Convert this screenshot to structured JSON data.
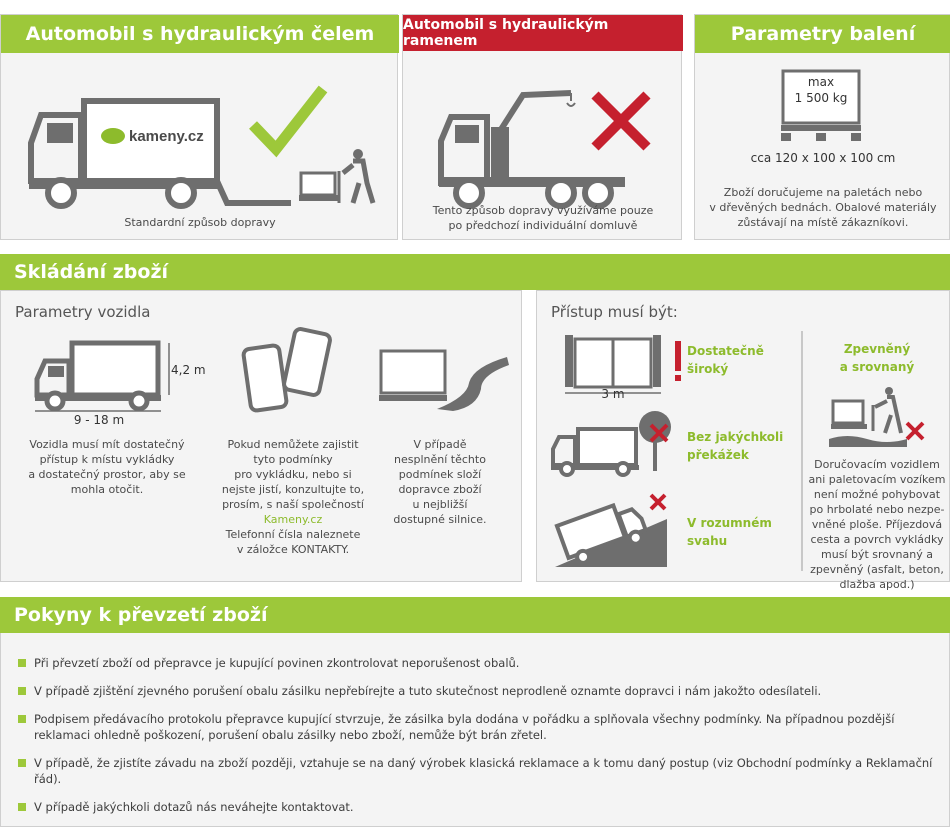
{
  "transport": {
    "tail_lift": {
      "title": "Automobil s hydraulickým čelem",
      "logo_text": "kameny.cz",
      "caption": "Standardní způsob dopravy"
    },
    "crane": {
      "title": "Automobil s hydraulickým ramenem",
      "caption_line1": "Tento způsob dopravy využíváme pouze",
      "caption_line2": "po předchozí individuální domluvě"
    },
    "packaging": {
      "title": "Parametry balení",
      "max_label": "max",
      "max_weight": "1 500 kg",
      "dimensions": "cca 120 x 100 x 100 cm",
      "caption_line1": "Zboží doručujeme na paletách nebo",
      "caption_line2": "v dřevěných bednách. Obalové materiály",
      "caption_line3": "zůstávají na místě zákazníkovi."
    }
  },
  "unloading": {
    "title": "Skládání zboží",
    "vehicle": {
      "title": "Parametry vozidla",
      "height": "4,2 m",
      "length": "9 - 18 m",
      "text_lines": [
        "Vozidla musí mít dostatečný",
        "přístup k místu vykládky",
        "a dostatečný prostor, aby se",
        "mohla otočit."
      ],
      "phone_lines_a": [
        "Pokud nemůžete zajistit",
        "tyto podmínky",
        "pro vykládku, nebo si",
        "nejste jistí, konzultujte to,",
        "prosím, s naší společností"
      ],
      "phone_link": "Kameny.cz",
      "phone_lines_b": [
        "Telefonní čísla naleznete",
        "v záložce KONTAKTY."
      ],
      "road_lines": [
        "V případě",
        "nesplnění těchto",
        "podmínek složí",
        "dopravce zboží",
        "u nejbližší",
        "dostupné silnice."
      ]
    },
    "access": {
      "title": "Přístup musí být:",
      "gate_width": "3 m",
      "item1_line1": "Dostatečně",
      "item1_line2": "široký",
      "item2_line1": "Bez jakýchkoli",
      "item2_line2": "překážek",
      "item3_line1": "V rozumném",
      "item3_line2": "svahu",
      "surface_line1": "Zpevněný",
      "surface_line2": "a srovnaný",
      "surface_text": [
        "Doručovacím vozidlem",
        "ani paletovacím vozíkem",
        "není možné pohybovat",
        "po hrbolaté nebo nezpe-",
        "vněné ploše. Příjezdová",
        "cesta a povrch vykládky",
        "musí být srovnaný a",
        "zpevněný (asfalt, beton,",
        "dlažba apod.)"
      ]
    }
  },
  "instructions": {
    "title": "Pokyny k převzetí zboží",
    "items": [
      "Při převzetí zboží od přepravce je kupující povinen zkontrolovat neporušenost obalů.",
      "V případě zjištění zjevného porušení obalu zásilku nepřebírejte a tuto skutečnost neprodleně oznamte dopravci i nám jakožto odesílateli.",
      "Podpisem předávacího protokolu přepravce kupující stvrzuje, že zásilka byla dodána v pořádku a splňovala všechny podmínky. Na případnou pozdější reklamaci ohledně poškození, porušení obalu zásilky nebo zboží, nemůže být brán zřetel.",
      "V případě, že zjistíte závadu na zboží později, vztahuje se na daný výrobek klasická reklamace a k tomu daný postup (viz Obchodní podmínky a Reklamační řád).",
      "V případě jakýchkoli dotazů nás neváhejte kontaktovat."
    ]
  },
  "colors": {
    "green": "#9dc83a",
    "red": "#c5202e",
    "icon_gray": "#6e6e6e"
  }
}
